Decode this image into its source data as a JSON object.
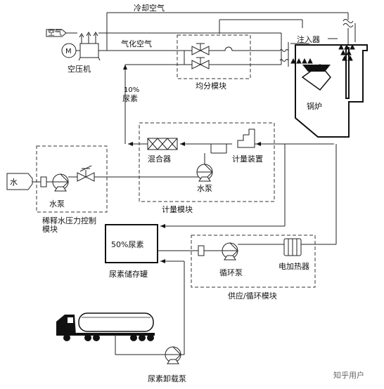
{
  "labels": {
    "cooling_air": "冷却空气",
    "atomizing_air": "气化空气",
    "air": "空气",
    "compressor": "空压机",
    "motor": "M",
    "injector": "注入器",
    "boiler": "锅炉",
    "distribution_module": "均分模块",
    "urea_percent": "10%",
    "urea": "尿素",
    "mixer": "混合器",
    "metering_device": "计量装置",
    "water_pump_metering": "水泵",
    "metering_module": "计量模块",
    "water": "水",
    "water_pump_dilution": "水泵",
    "dilution_module_line1": "稀释水压力控制",
    "dilution_module_line2": "模块",
    "tank_content": "50%尿素",
    "storage_tank": "尿素储存罐",
    "circulation_pump": "循环泵",
    "electric_heater": "电加热器",
    "supply_module": "供应/循环模块",
    "unloading_pump": "尿素卸载泵",
    "watermark": "知乎用户"
  }
}
